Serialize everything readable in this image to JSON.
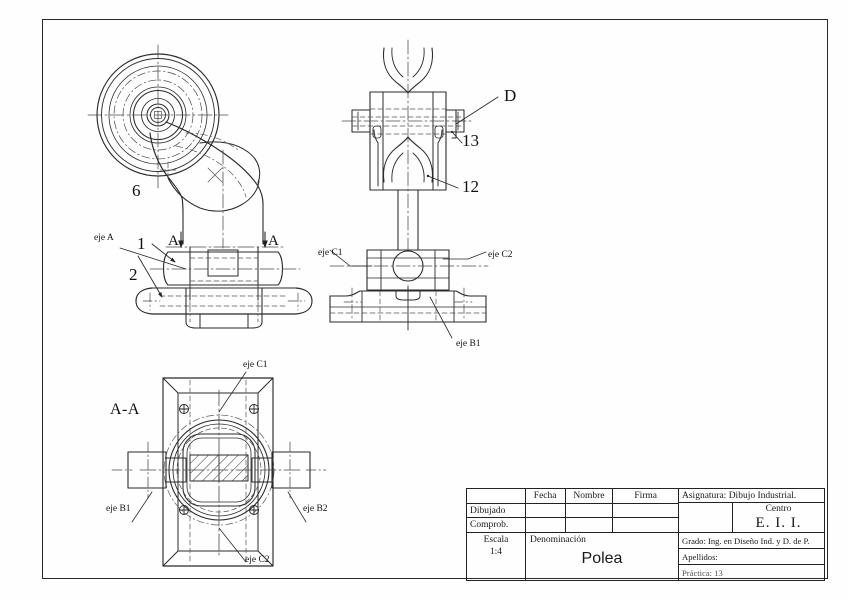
{
  "document": {
    "kind": "engineering-drawing",
    "sheet_title": "Polea"
  },
  "views": {
    "front": {
      "name": "vista-frontal",
      "callouts": [
        {
          "id": "c6",
          "text": "6"
        },
        {
          "id": "c1",
          "text": "1"
        },
        {
          "id": "c2",
          "text": "2"
        },
        {
          "id": "ejeA",
          "text": "eje A"
        },
        {
          "id": "secL",
          "text": "A"
        },
        {
          "id": "secR",
          "text": "A"
        }
      ]
    },
    "side": {
      "name": "vista-lateral",
      "callouts": [
        {
          "id": "cD",
          "text": "D"
        },
        {
          "id": "c13",
          "text": "13"
        },
        {
          "id": "c12",
          "text": "12"
        },
        {
          "id": "ejeC1",
          "text": "eje C1"
        },
        {
          "id": "ejeC2",
          "text": "eje C2"
        },
        {
          "id": "ejeB1",
          "text": "eje B1"
        }
      ]
    },
    "section": {
      "name": "seccion-A-A",
      "title": "A-A",
      "callouts": [
        {
          "id": "s_ejeC1",
          "text": "eje C1"
        },
        {
          "id": "s_ejeC2",
          "text": "eje C2"
        },
        {
          "id": "s_ejeB1",
          "text": "eje B1"
        },
        {
          "id": "s_ejeB2",
          "text": "eje B2"
        }
      ]
    }
  },
  "titleblock": {
    "col_headers": {
      "blank": "",
      "fecha": "Fecha",
      "nombre": "Nombre",
      "firma": "Firma"
    },
    "rows": [
      {
        "label": "Dibujado",
        "fecha": "",
        "nombre": ""
      },
      {
        "label": "Comprob.",
        "fecha": "",
        "nombre": ""
      }
    ],
    "asignatura": "Asignatura: Dibujo Industrial.",
    "centro_label": "Centro",
    "centro_value": "E. I. I.",
    "escala_label": "Escala",
    "escala_value": "1:4",
    "denominacion_label": "Denominación",
    "denominacion_value": "Polea",
    "grado": "Grado: Ing. en Diseño Ind. y D. de P.",
    "apellidos": "Apellidos:",
    "practica": "Práctica: 13"
  },
  "colors": {
    "line": "#2a2a2a",
    "thin": "#3a3a3a",
    "center": "#4a4a4a",
    "paper": "#fefefe"
  }
}
